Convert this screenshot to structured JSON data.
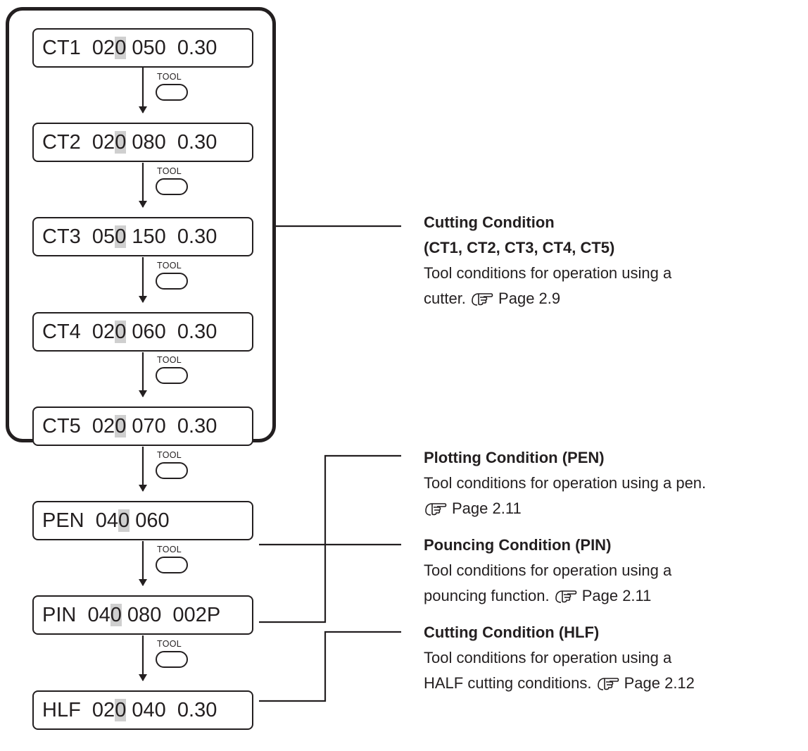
{
  "tool_key_label": "TOOL",
  "displays": [
    {
      "name": "CT1",
      "a1": "02",
      "a2": "0",
      "rest": " 050  0.30"
    },
    {
      "name": "CT2",
      "a1": "02",
      "a2": "0",
      "rest": " 080  0.30"
    },
    {
      "name": "CT3",
      "a1": "05",
      "a2": "0",
      "rest": " 150  0.30"
    },
    {
      "name": "CT4",
      "a1": "02",
      "a2": "0",
      "rest": " 060  0.30"
    },
    {
      "name": "CT5",
      "a1": "02",
      "a2": "0",
      "rest": " 070  0.30"
    },
    {
      "name": "PEN",
      "a1": "04",
      "a2": "0",
      "rest": " 060"
    },
    {
      "name": "PIN",
      "a1": "04",
      "a2": "0",
      "rest": " 080  002P"
    },
    {
      "name": "HLF",
      "a1": "02",
      "a2": "0",
      "rest": " 040  0.30"
    }
  ],
  "annotations": {
    "cutting": {
      "title": "Cutting Condition",
      "subtitle": "(CT1, CT2, CT3, CT4, CT5)",
      "line1": "Tool conditions for operation using a",
      "line2_text": "cutter.",
      "line2_ref": "Page 2.9"
    },
    "plotting": {
      "title": "Plotting Condition (PEN)",
      "line1": "Tool conditions for operation using a pen.",
      "line2_ref": "Page 2.11"
    },
    "pouncing": {
      "title": "Pouncing Condition (PIN)",
      "line1": "Tool conditions for operation using a",
      "line2_text": "pouncing function.",
      "line2_ref": "Page 2.11"
    },
    "half": {
      "title": "Cutting Condition (HLF)",
      "line1": "Tool conditions for operation using a",
      "line2_text": "HALF cutting conditions.",
      "line2_ref": "Page 2.12"
    }
  }
}
